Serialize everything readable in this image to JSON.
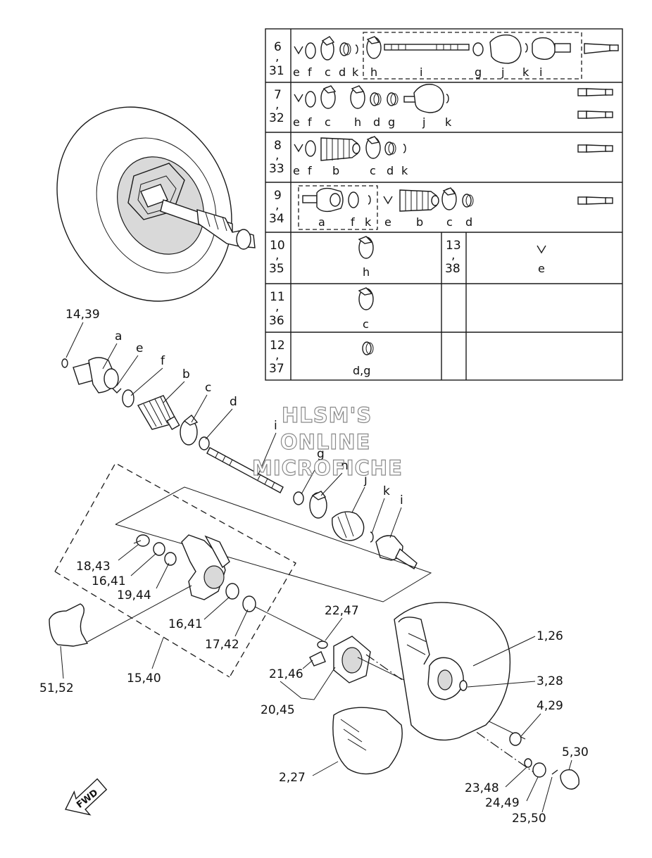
{
  "watermark": {
    "line1": "HLSM'S",
    "line2": "ONLINE",
    "line3": "MICROFICHE"
  },
  "fwd_label": "FWD",
  "callouts": {
    "c1_26": "1,26",
    "c2_27": "2,27",
    "c3_28": "3,28",
    "c4_29": "4,29",
    "c5_30": "5,30",
    "c14_39": "14,39",
    "c15_40": "15,40",
    "c16_41a": "16,41",
    "c16_41b": "16,41",
    "c17_42": "17,42",
    "c18_43": "18,43",
    "c19_44": "19,44",
    "c20_45": "20,45",
    "c21_46": "21,46",
    "c22_47": "22,47",
    "c23_48": "23,48",
    "c24_49": "24,49",
    "c25_50": "25,50",
    "c51_52": "51,52"
  },
  "shaft_letters": {
    "a": "a",
    "e": "e",
    "f": "f",
    "b": "b",
    "c": "c",
    "d": "d",
    "i1": "i",
    "g": "g",
    "h": "h",
    "j": "j",
    "k": "k",
    "i2": "i"
  },
  "table": {
    "rows": [
      {
        "num_top": "6",
        "sep": ",",
        "num_bottom": "31",
        "letters": [
          "e",
          "f",
          "c",
          "d",
          "k",
          "h",
          "i",
          "g",
          "j",
          "k",
          "i"
        ]
      },
      {
        "num_top": "7",
        "sep": ",",
        "num_bottom": "32",
        "letters": [
          "e",
          "f",
          "c",
          "h",
          "d",
          "g",
          "j",
          "k"
        ]
      },
      {
        "num_top": "8",
        "sep": ",",
        "num_bottom": "33",
        "letters": [
          "e",
          "f",
          "b",
          "c",
          "d",
          "k"
        ]
      },
      {
        "num_top": "9",
        "sep": ",",
        "num_bottom": "34",
        "letters": [
          "a",
          "f",
          "k",
          "e",
          "b",
          "c",
          "d"
        ]
      },
      {
        "num_top": "10",
        "sep": ",",
        "num_bottom": "35",
        "letters": [
          "h"
        ]
      },
      {
        "num_top": "11",
        "sep": ",",
        "num_bottom": "36",
        "letters": [
          "c"
        ]
      },
      {
        "num_top": "12",
        "sep": ",",
        "num_bottom": "37",
        "letters": [
          "d,g"
        ]
      }
    ],
    "side": {
      "num_top": "13",
      "sep": ",",
      "num_bottom": "38",
      "letter": "e"
    }
  }
}
